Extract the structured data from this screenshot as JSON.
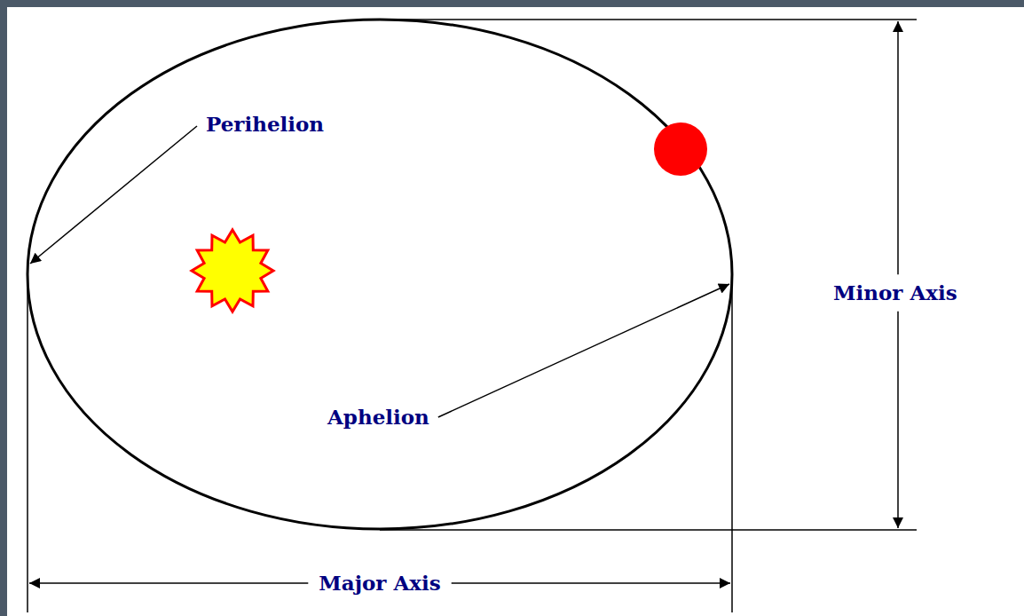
{
  "diagram": {
    "labels": [
      "Perihelion",
      "Minor Axis",
      "Aphelion",
      "Major Axis"
    ]
  }
}
